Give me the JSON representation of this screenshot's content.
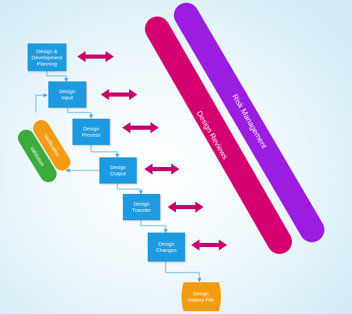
{
  "steps": [
    {
      "label": "Design &\nDevelopment\nPlanning"
    },
    {
      "label": "Design\nInput"
    },
    {
      "label": "Design\nProcess"
    },
    {
      "label": "Design\nOutput"
    },
    {
      "label": "Design\nTransfer"
    },
    {
      "label": "Design\nChanges"
    }
  ],
  "history_file": {
    "label": "Design\nHistory File"
  },
  "bands": {
    "design_reviews": "Design Reviews",
    "risk_management": "Risk Management"
  },
  "loop": {
    "verification": "Verification",
    "validation": "Validation"
  },
  "colors": {
    "step_box": "#1e9be0",
    "arrow_magenta": "#c8006e",
    "design_reviews": "#d4006f",
    "risk_management": "#9b1de0",
    "verification": "#f39c12",
    "validation": "#3cab3c",
    "history_file": "#f39c12",
    "connector": "#4aa8d8"
  }
}
